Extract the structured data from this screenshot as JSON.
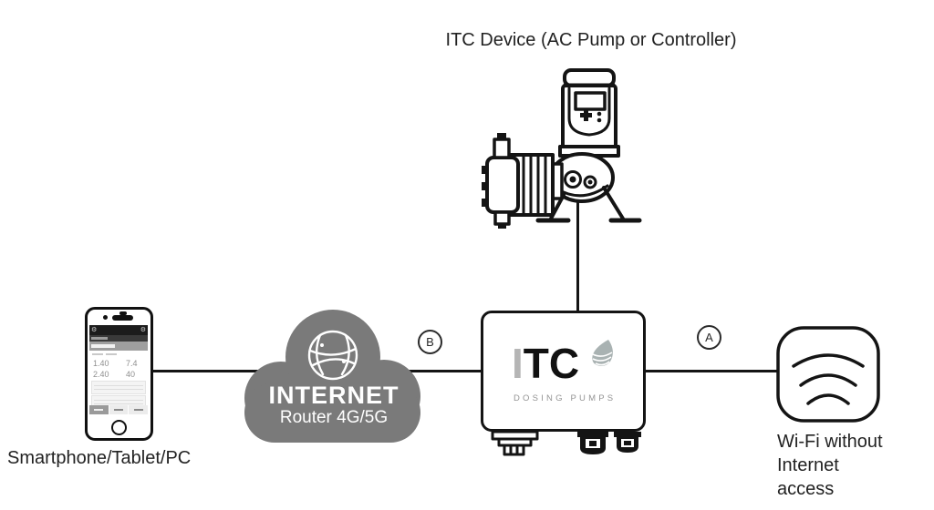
{
  "title": "ITC Device (AC Pump or Controller)",
  "smartphone": {
    "label": "Smartphone/Tablet/PC",
    "screen": {
      "v1": "1.40",
      "v2": "7.4",
      "v3": "2.40",
      "v4": "40"
    }
  },
  "cloud": {
    "title": "INTERNET",
    "subtitle": "Router 4G/5G"
  },
  "itc_box": {
    "logo_i": "I",
    "logo_tc": "TC",
    "tagline": "DOSING PUMPS"
  },
  "wifi": {
    "line1": "Wi-Fi without",
    "line2": "Internet",
    "line3": "access"
  },
  "connections": {
    "a": "A",
    "b": "B"
  },
  "colors": {
    "line_black": "#141414",
    "cloud_gray": "#7a7a7a",
    "logo_gray": "#b5b5b5",
    "tagline_gray": "#949494",
    "screen_value_gray": "#8f8f8f"
  }
}
